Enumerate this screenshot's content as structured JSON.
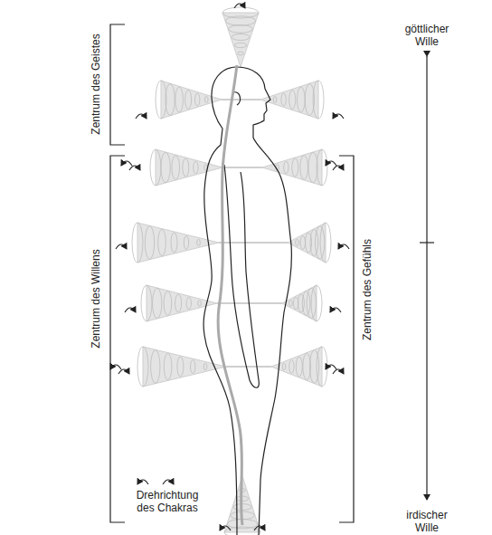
{
  "diagram": {
    "labels": [
      "Zentrum des Geistes",
      "Zentrum des Willens",
      "Zentrum des Gefühls",
      "göttlicher Wille",
      "irdischer Wille",
      "Drehrichtung des Chakras"
    ]
  }
}
